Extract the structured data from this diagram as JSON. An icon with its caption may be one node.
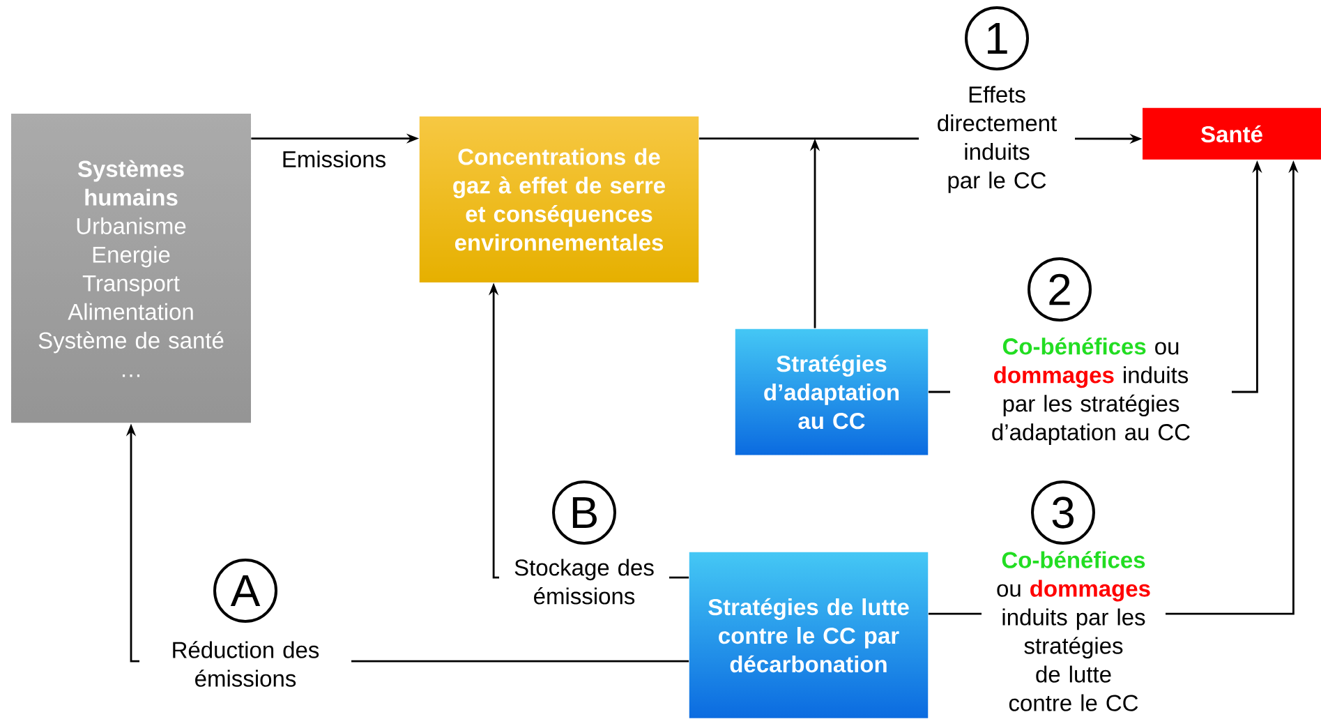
{
  "diagram": {
    "nodes": [
      {
        "text": [
          "Systèmes humains",
          "Urbanisme",
          "Energie",
          "Transport",
          "Alimentation",
          "Système de santé",
          "…"
        ]
      },
      {
        "text": [
          "Concentrations de gaz à effet de serre et conséquences environnementales"
        ]
      },
      {
        "text": [
          "Santé"
        ]
      },
      {
        "text": [
          "Stratégies d’adaptation au CC"
        ]
      },
      {
        "text": [
          "Stratégies de lutte contre le CC par décarbonation"
        ]
      }
    ],
    "edges": [
      {
        "from": 0,
        "to": 1,
        "arrow": "to",
        "label": "Emissions"
      },
      {
        "from": 1,
        "to": 2,
        "arrow": "to",
        "label": "Effets directement induits par le CC"
      },
      {
        "from": 3,
        "to": null,
        "arrow": "to"
      },
      {
        "from": 3,
        "to": 2,
        "arrow": "to",
        "label": "**Co-bénéfices** ou **dommages** induits par les stratégies d’adaptation au CC"
      },
      {
        "from": 4,
        "to": 1,
        "arrow": "to",
        "label": "Stockage des émissions"
      },
      {
        "from": 4,
        "to": 0,
        "arrow": "to",
        "label": "Réduction des émissions"
      },
      {
        "from": 4,
        "to": 2,
        "arrow": "to",
        "label": "**Co-bénéfices** ou **dommages** induits par les stratégies de lutte contre le CC"
      }
    ],
    "labels": [
      "1",
      "2",
      "B",
      "3",
      "A"
    ]
  }
}
